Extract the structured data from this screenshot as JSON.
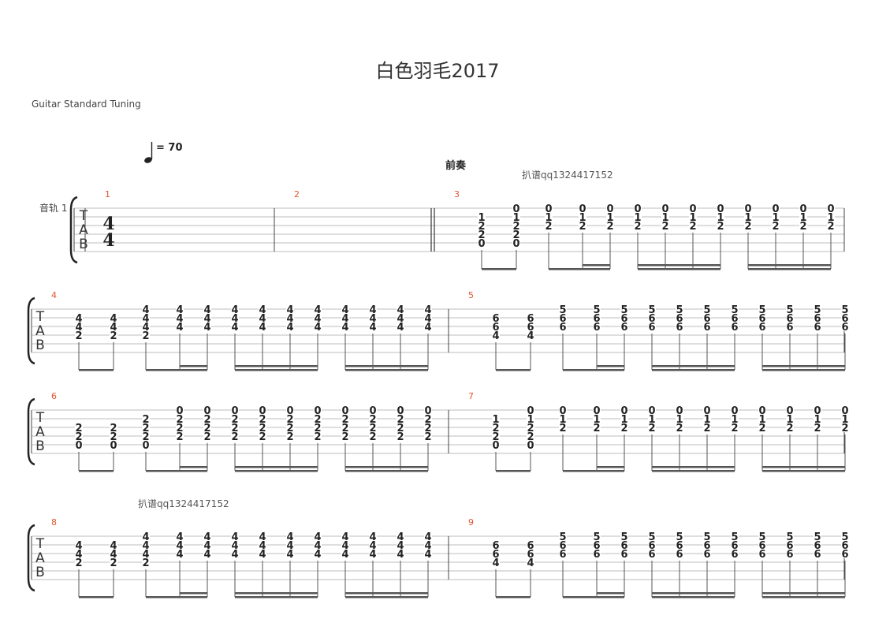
{
  "title": "白色羽毛2017",
  "tuning_label": "Guitar Standard Tuning",
  "tempo": {
    "value_label": "= 70",
    "icon": "quarter-note-icon"
  },
  "section_label": "前奏",
  "credits": [
    "扒谱qq1324417152",
    "扒谱qq1324417152"
  ],
  "track_name": "音轨 1",
  "tab_clef": [
    "T",
    "A",
    "B"
  ],
  "time_signature": {
    "numerator": "4",
    "denominator": "4"
  },
  "colors": {
    "measure_number": "#e0542b",
    "staff_line": "#bdbdbd",
    "text": "#222222"
  },
  "measures": [
    {
      "number": "1",
      "notes": []
    },
    {
      "number": "2",
      "notes": []
    },
    {
      "number": "3",
      "notes": [
        {
          "f": [
            "",
            "1",
            "2",
            "2",
            "0"
          ]
        },
        {
          "f": [
            "0",
            "1",
            "2",
            "2",
            "0"
          ]
        },
        {
          "f": [
            "0",
            "1",
            "2"
          ]
        },
        {
          "f": [
            "0",
            "1",
            "2"
          ]
        },
        {
          "f": [
            "0",
            "1",
            "2"
          ]
        },
        {
          "f": [
            "0",
            "1",
            "2"
          ]
        },
        {
          "f": [
            "0",
            "1",
            "2"
          ]
        },
        {
          "f": [
            "0",
            "1",
            "2"
          ]
        },
        {
          "f": [
            "0",
            "1",
            "2"
          ]
        },
        {
          "f": [
            "0",
            "1",
            "2"
          ]
        },
        {
          "f": [
            "0",
            "1",
            "2"
          ]
        },
        {
          "f": [
            "0",
            "1",
            "2"
          ]
        },
        {
          "f": [
            "0",
            "1",
            "2"
          ]
        }
      ]
    },
    {
      "number": "4",
      "notes": [
        {
          "f": [
            "",
            "4",
            "4",
            "2"
          ]
        },
        {
          "f": [
            "",
            "4",
            "4",
            "2"
          ]
        },
        {
          "f": [
            "4",
            "4",
            "4",
            "2"
          ]
        },
        {
          "f": [
            "4",
            "4",
            "4"
          ]
        },
        {
          "f": [
            "4",
            "4",
            "4"
          ]
        },
        {
          "f": [
            "4",
            "4",
            "4"
          ]
        },
        {
          "f": [
            "4",
            "4",
            "4"
          ]
        },
        {
          "f": [
            "4",
            "4",
            "4"
          ]
        },
        {
          "f": [
            "4",
            "4",
            "4"
          ]
        },
        {
          "f": [
            "4",
            "4",
            "4"
          ]
        },
        {
          "f": [
            "4",
            "4",
            "4"
          ]
        },
        {
          "f": [
            "4",
            "4",
            "4"
          ]
        },
        {
          "f": [
            "4",
            "4",
            "4"
          ]
        }
      ]
    },
    {
      "number": "5",
      "notes": [
        {
          "f": [
            "",
            "6",
            "6",
            "4"
          ]
        },
        {
          "f": [
            "",
            "6",
            "6",
            "4"
          ]
        },
        {
          "f": [
            "5",
            "6",
            "6"
          ]
        },
        {
          "f": [
            "5",
            "6",
            "6"
          ]
        },
        {
          "f": [
            "5",
            "6",
            "6"
          ]
        },
        {
          "f": [
            "5",
            "6",
            "6"
          ]
        },
        {
          "f": [
            "5",
            "6",
            "6"
          ]
        },
        {
          "f": [
            "5",
            "6",
            "6"
          ]
        },
        {
          "f": [
            "5",
            "6",
            "6"
          ]
        },
        {
          "f": [
            "5",
            "6",
            "6"
          ]
        },
        {
          "f": [
            "5",
            "6",
            "6"
          ]
        },
        {
          "f": [
            "5",
            "6",
            "6"
          ]
        },
        {
          "f": [
            "5",
            "6",
            "6"
          ]
        }
      ]
    },
    {
      "number": "6",
      "notes": [
        {
          "f": [
            "",
            "",
            "2",
            "2",
            "0"
          ]
        },
        {
          "f": [
            "",
            "",
            "2",
            "2",
            "0"
          ]
        },
        {
          "f": [
            "",
            "2",
            "2",
            "2",
            "0"
          ]
        },
        {
          "f": [
            "0",
            "2",
            "2",
            "2"
          ]
        },
        {
          "f": [
            "0",
            "2",
            "2",
            "2"
          ]
        },
        {
          "f": [
            "0",
            "2",
            "2",
            "2"
          ]
        },
        {
          "f": [
            "0",
            "2",
            "2",
            "2"
          ]
        },
        {
          "f": [
            "0",
            "2",
            "2",
            "2"
          ]
        },
        {
          "f": [
            "0",
            "2",
            "2",
            "2"
          ]
        },
        {
          "f": [
            "0",
            "2",
            "2",
            "2"
          ]
        },
        {
          "f": [
            "0",
            "2",
            "2",
            "2"
          ]
        },
        {
          "f": [
            "0",
            "2",
            "2",
            "2"
          ]
        },
        {
          "f": [
            "0",
            "2",
            "2",
            "2"
          ]
        }
      ]
    },
    {
      "number": "7",
      "notes": [
        {
          "f": [
            "",
            "1",
            "2",
            "2",
            "0"
          ]
        },
        {
          "f": [
            "0",
            "1",
            "2",
            "2",
            "0"
          ]
        },
        {
          "f": [
            "0",
            "1",
            "2"
          ]
        },
        {
          "f": [
            "0",
            "1",
            "2"
          ]
        },
        {
          "f": [
            "0",
            "1",
            "2"
          ]
        },
        {
          "f": [
            "0",
            "1",
            "2"
          ]
        },
        {
          "f": [
            "0",
            "1",
            "2"
          ]
        },
        {
          "f": [
            "0",
            "1",
            "2"
          ]
        },
        {
          "f": [
            "0",
            "1",
            "2"
          ]
        },
        {
          "f": [
            "0",
            "1",
            "2"
          ]
        },
        {
          "f": [
            "0",
            "1",
            "2"
          ]
        },
        {
          "f": [
            "0",
            "1",
            "2"
          ]
        },
        {
          "f": [
            "0",
            "1",
            "2"
          ]
        }
      ]
    },
    {
      "number": "8",
      "notes": [
        {
          "f": [
            "",
            "4",
            "4",
            "2"
          ]
        },
        {
          "f": [
            "",
            "4",
            "4",
            "2"
          ]
        },
        {
          "f": [
            "4",
            "4",
            "4",
            "2"
          ]
        },
        {
          "f": [
            "4",
            "4",
            "4"
          ]
        },
        {
          "f": [
            "4",
            "4",
            "4"
          ]
        },
        {
          "f": [
            "4",
            "4",
            "4"
          ]
        },
        {
          "f": [
            "4",
            "4",
            "4"
          ]
        },
        {
          "f": [
            "4",
            "4",
            "4"
          ]
        },
        {
          "f": [
            "4",
            "4",
            "4"
          ]
        },
        {
          "f": [
            "4",
            "4",
            "4"
          ]
        },
        {
          "f": [
            "4",
            "4",
            "4"
          ]
        },
        {
          "f": [
            "4",
            "4",
            "4"
          ]
        },
        {
          "f": [
            "4",
            "4",
            "4"
          ]
        }
      ]
    },
    {
      "number": "9",
      "notes": [
        {
          "f": [
            "",
            "6",
            "6",
            "4"
          ]
        },
        {
          "f": [
            "",
            "6",
            "6",
            "4"
          ]
        },
        {
          "f": [
            "5",
            "6",
            "6"
          ]
        },
        {
          "f": [
            "5",
            "6",
            "6"
          ]
        },
        {
          "f": [
            "5",
            "6",
            "6"
          ]
        },
        {
          "f": [
            "5",
            "6",
            "6"
          ]
        },
        {
          "f": [
            "5",
            "6",
            "6"
          ]
        },
        {
          "f": [
            "5",
            "6",
            "6"
          ]
        },
        {
          "f": [
            "5",
            "6",
            "6"
          ]
        },
        {
          "f": [
            "5",
            "6",
            "6"
          ]
        },
        {
          "f": [
            "5",
            "6",
            "6"
          ]
        },
        {
          "f": [
            "5",
            "6",
            "6"
          ]
        },
        {
          "f": [
            "5",
            "6",
            "6"
          ]
        }
      ]
    }
  ]
}
